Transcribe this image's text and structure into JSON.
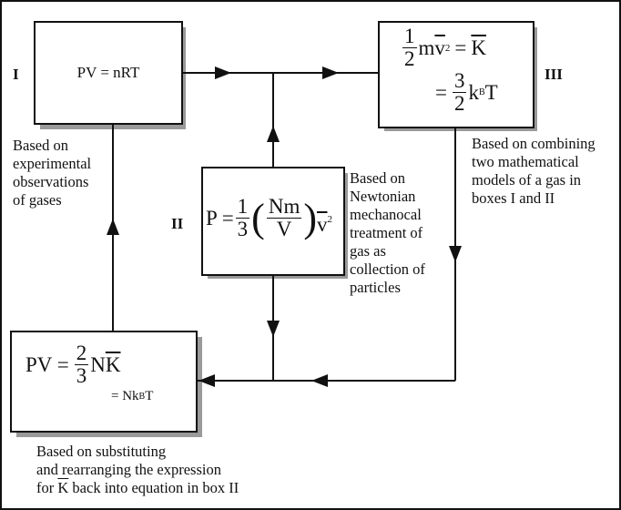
{
  "boxes": {
    "I": {
      "roman": "I",
      "equation": "PV = nRT",
      "note": [
        "Based on",
        "experimental",
        "observations",
        "of gases"
      ]
    },
    "II": {
      "roman": "II",
      "lhs": "P =",
      "frac_num": "1",
      "frac_den": "3",
      "inner_num": "Nm",
      "inner_den": "V",
      "vbar": "v",
      "sq": "2",
      "note": [
        "Based on",
        "Newtonian",
        "mechanocal",
        "treatment of",
        "gas as",
        "collection of",
        "particles"
      ]
    },
    "III": {
      "roman": "III",
      "frac_num": "1",
      "frac_den": "2",
      "m": "m",
      "vbar": "v",
      "sq": "2",
      "eq": "=",
      "kbar": "K",
      "eq2": "=",
      "frac2_num": "3",
      "frac2_den": "2",
      "k": "k",
      "sub": "B",
      "T": "T",
      "note": [
        "Based on combining",
        "two mathematical",
        "models of a gas in",
        "boxes I and II"
      ]
    },
    "IV": {
      "lhs": "PV =",
      "frac_num": "2",
      "frac_den": "3",
      "N": "N",
      "kbar": "K",
      "eq2": "= Nk",
      "sub": "B",
      "T": "T",
      "note": [
        "Based on substituting",
        "and rearranging the expression",
        "for",
        "K",
        "back into equation in box II"
      ]
    }
  },
  "colors": {
    "line": "#111111",
    "shadow": "#9a9a9a",
    "background": "#ffffff"
  }
}
